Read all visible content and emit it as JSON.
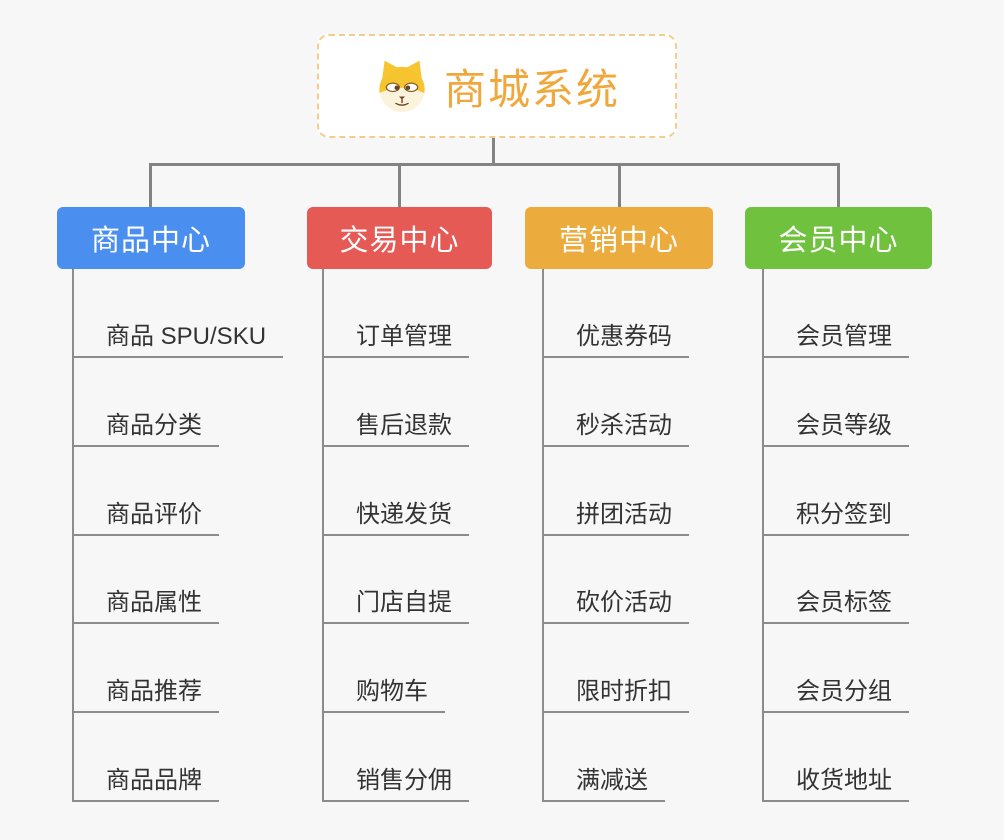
{
  "page": {
    "background": "#F7F7F7"
  },
  "root": {
    "title": "商城系统",
    "icon": "dog-face-icon",
    "title_color": "#F0A73C",
    "border_color": "#F3CD8C"
  },
  "connector": {
    "color": "#838383",
    "leaf_line_color": "#8C8C8C"
  },
  "branches": [
    {
      "label": "商品中心",
      "color": "#4A8FF0",
      "items": [
        "商品 SPU/SKU",
        "商品分类",
        "商品评价",
        "商品属性",
        "商品推荐",
        "商品品牌"
      ]
    },
    {
      "label": "交易中心",
      "color": "#E65A56",
      "items": [
        "订单管理",
        "售后退款",
        "快递发货",
        "门店自提",
        "购物车",
        "销售分佣"
      ]
    },
    {
      "label": "营销中心",
      "color": "#EBAB3D",
      "items": [
        "优惠券码",
        "秒杀活动",
        "拼团活动",
        "砍价活动",
        "限时折扣",
        "满减送"
      ]
    },
    {
      "label": "会员中心",
      "color": "#6FC13E",
      "items": [
        "会员管理",
        "会员等级",
        "积分签到",
        "会员标签",
        "会员分组",
        "收货地址"
      ]
    }
  ]
}
